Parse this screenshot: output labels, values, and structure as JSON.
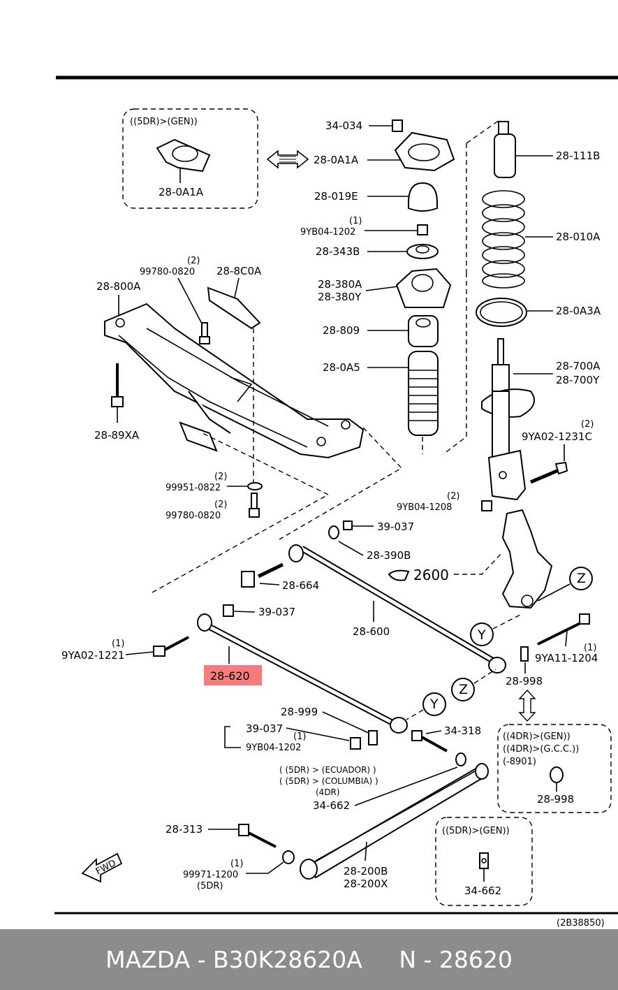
{
  "footer": {
    "brand": "MAZDA",
    "part_number": "B30K28620A",
    "ref": "N - 28620"
  },
  "diagram": {
    "code": "(2B38850)",
    "highlight_color": "#f47c7c",
    "highlighted_part": "28-620",
    "callouts": {
      "gen5dr_top": "((5DR)>(GEN))",
      "p28_0A1A_box": "28-0A1A",
      "p34_034": "34-034",
      "p28_0A1A": "28-0A1A",
      "p28_019E": "28-019E",
      "qty_9YB04_1202_top": "(1)",
      "p9YB04_1202_top": "9YB04-1202",
      "p28_343B": "28-343B",
      "p28_380A": "28-380A",
      "p28_380Y": "28-380Y",
      "p28_809": "28-809",
      "p28_0A5": "28-0A5",
      "p28_111B": "28-111B",
      "p28_010A": "28-010A",
      "p28_0A3A": "28-0A3A",
      "p28_700A": "28-700A",
      "p28_700Y": "28-700Y",
      "qty_9YA02_1231C": "(2)",
      "p9YA02_1231C": "9YA02-1231C",
      "qty_9YB04_1208": "(2)",
      "p9YB04_1208": "9YB04-1208",
      "qty_99780_0820_top": "(2)",
      "p99780_0820_top": "99780-0820",
      "p28_8C0A": "28-8C0A",
      "p28_800A": "28-800A",
      "p28_89XA": "28-89XA",
      "qty_99951_0822": "(2)",
      "p99951_0822": "99951-0822",
      "qty_99780_0820_bot": "(2)",
      "p99780_0820_bot": "99780-0820",
      "p39_037_a": "39-037",
      "p28_390B": "28-390B",
      "p2600": "2600",
      "p28_664": "28-664",
      "p39_037_b": "39-037",
      "p28_600": "28-600",
      "qty_9YA02_1221": "(1)",
      "p9YA02_1221": "9YA02-1221",
      "p28_620": "28-620",
      "mark_y1": "Y",
      "mark_z1": "Z",
      "mark_y2": "Y",
      "mark_z2": "Z",
      "qty_9YA11_1204": "(1)",
      "p9YA11_1204": "9YA11-1204",
      "p28_998_a": "28-998",
      "p28_999": "28-999",
      "p39_037_c": "39-037",
      "qty_9YB04_1202_bot": "(1)",
      "p9YB04_1202_bot": "9YB04-1202",
      "p34_318": "34-318",
      "cond_ecuador": "( (5DR) > (ECUADOR) )",
      "cond_columbia": "( (5DR) > (COLUMBIA) )",
      "cond_4dr": "(4DR)",
      "p34_662": "34-662",
      "gen4dr": "((4DR)>(GEN))",
      "gcc4dr": "((4DR)>(G.C.C.))",
      "date_8901": "(-8901)",
      "p28_998_b": "28-998",
      "p28_313": "28-313",
      "qty_99971_1200": "(1)",
      "p99971_1200": "99971-1200",
      "cond_5dr": "(5DR)",
      "p28_200B": "28-200B",
      "p28_200X": "28-200X",
      "gen5dr_bot": "((5DR)>(GEN))",
      "p34_662_box": "34-662",
      "fwd": "FWD"
    }
  }
}
